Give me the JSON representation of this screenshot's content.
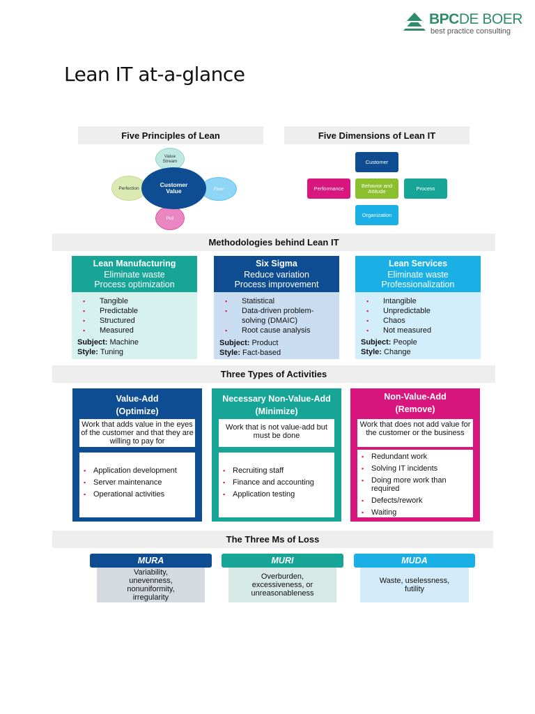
{
  "logo": {
    "brand_bold": "BPC",
    "brand_rest": "DE BOER",
    "tagline": "best practice consulting",
    "colors": {
      "brand": "#2f8c6a"
    }
  },
  "title": "Lean IT at-a-glance",
  "principles": {
    "heading": "Five Principles of Lean",
    "center": "Customer Value",
    "items": [
      "Value Stream",
      "Flow",
      "Pull",
      "Perfection"
    ]
  },
  "dimensions": {
    "heading": "Five Dimensions of Lean IT",
    "items": [
      "Customer",
      "Performance",
      "Behavior and Attitude",
      "Process",
      "Organization"
    ]
  },
  "methodologies": {
    "heading": "Methodologies behind Lean IT",
    "cards": [
      {
        "title": "Lean Manufacturing",
        "line1": "Eliminate waste",
        "line2": "Process optimization",
        "bullets": [
          "Tangible",
          "Predictable",
          "Structured",
          "Measured"
        ],
        "subject_label": "Subject:",
        "subject": "Machine",
        "style_label": "Style:",
        "style": "Tuning",
        "color": "#16a596",
        "body_color": "#d6f1ee"
      },
      {
        "title": "Six Sigma",
        "line1": "Reduce variation",
        "line2": "Process improvement",
        "bullets": [
          "Statistical",
          "Data-driven problem-solving (DMAIC)",
          "Root cause analysis"
        ],
        "subject_label": "Subject:",
        "subject": "Product",
        "style_label": "Style:",
        "style": "Fact-based",
        "color": "#0f4d93",
        "body_color": "#c9dcf0"
      },
      {
        "title": "Lean Services",
        "line1": "Eliminate waste",
        "line2": "Professionalization",
        "bullets": [
          "Intangible",
          "Unpredictable",
          "Chaos",
          "Not measured"
        ],
        "subject_label": "Subject:",
        "subject": "People",
        "style_label": "Style:",
        "style": "Change",
        "color": "#1ab0e6",
        "body_color": "#d3eefb"
      }
    ]
  },
  "activities": {
    "heading": "Three Types of Activities",
    "cards": [
      {
        "title": "Value-Add",
        "subtitle": "(Optimize)",
        "description": "Work that adds value in the eyes of the customer and that they are willing to pay for",
        "items": [
          "Application development",
          "Server maintenance",
          "Operational activities"
        ],
        "color": "#0f4d93"
      },
      {
        "title": "Necessary Non-Value-Add",
        "subtitle": "(Minimize)",
        "description": "Work that is not value-add but must be done",
        "items": [
          "Recruiting staff",
          "Finance and accounting",
          "Application testing"
        ],
        "color": "#16a596"
      },
      {
        "title": "Non-Value-Add",
        "subtitle": "(Remove)",
        "description": "Work that does not add value for the customer or the business",
        "items": [
          "Redundant work",
          "Solving IT incidents",
          "Doing more work than required",
          "Defects/rework",
          "Waiting"
        ],
        "color": "#d9157e"
      }
    ]
  },
  "three_ms": {
    "heading": "The Three Ms of Loss",
    "items": [
      {
        "name": "MURA",
        "text": "Variability, unevenness, nonuniformity, irregularity",
        "color": "#0f4d93",
        "body_color": "#d5d9e0"
      },
      {
        "name": "MURI",
        "text": "Overburden, excessiveness, or unreasonableness",
        "color": "#16a596",
        "body_color": "#d6e9e4"
      },
      {
        "name": "MUDA",
        "text": "Waste, uselessness, futility",
        "color": "#1ab0e6",
        "body_color": "#d3eaf8"
      }
    ]
  }
}
